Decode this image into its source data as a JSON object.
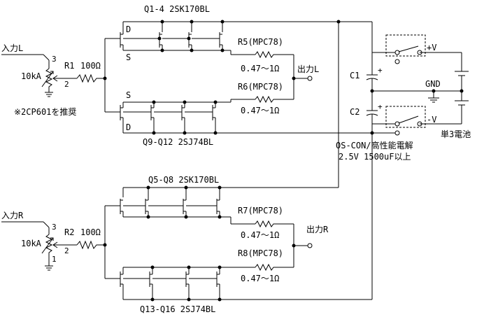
{
  "channel_l": {
    "input": "入力L",
    "pot_value": "10kA",
    "pot_pin_top": "3",
    "pot_pin_wiper": "2",
    "resistor": "R1",
    "resistor_value": "100Ω",
    "note": "※2CP601を推奨",
    "top_group": "Q1-4  2SK170BL",
    "bottom_group": "Q9-Q12  2SJ74BL",
    "r_top": "R5(MPC78)",
    "r_top_value": "0.47～1Ω",
    "r_bottom": "R6(MPC78)",
    "r_bottom_value": "0.47～1Ω",
    "output": "出力L",
    "drain_label_top": "D",
    "source_label_top": "S",
    "source_label_bottom": "S",
    "drain_label_bottom": "D"
  },
  "channel_r": {
    "input": "入力R",
    "pot_value": "10kA",
    "pot_pin_top": "3",
    "pot_pin_wiper": "2",
    "pot_pin_bottom": "1",
    "resistor": "R2",
    "resistor_value": "100Ω",
    "top_group": "Q5-Q8  2SK170BL",
    "bottom_group": "Q13-Q16  2SJ74BL",
    "r_top": "R7(MPC78)",
    "r_top_value": "0.47～1Ω",
    "r_bottom": "R8(MPC78)",
    "r_bottom_value": "0.47～1Ω",
    "output": "出力R"
  },
  "power": {
    "c1": "C1",
    "c2": "C2",
    "c1_polarity": "+",
    "c2_polarity": "+",
    "plus_v": "+V",
    "minus_v": "-V",
    "gnd": "GND",
    "battery": "単3電池",
    "cap_spec_1": "OS-CON/高性能電解",
    "cap_spec_2": "2.5V  1500uF以上"
  }
}
